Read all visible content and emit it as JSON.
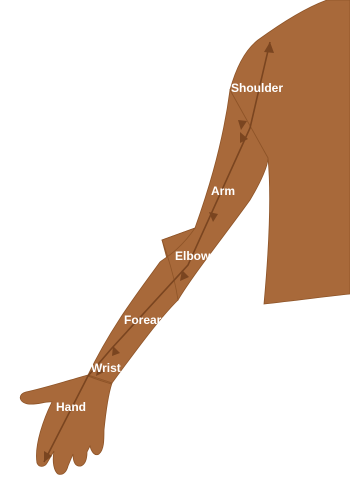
{
  "colors": {
    "skin": "#a8693a",
    "skin_edge": "#8e5428",
    "line": "#7a4520",
    "label": "#ffffff",
    "background": "#ffffff"
  },
  "labels": {
    "shoulder": "Shoulder",
    "arm": "Arm",
    "elbow": "Elbow",
    "forearm": "Forearm",
    "wrist": "Wrist",
    "hand": "Hand"
  }
}
